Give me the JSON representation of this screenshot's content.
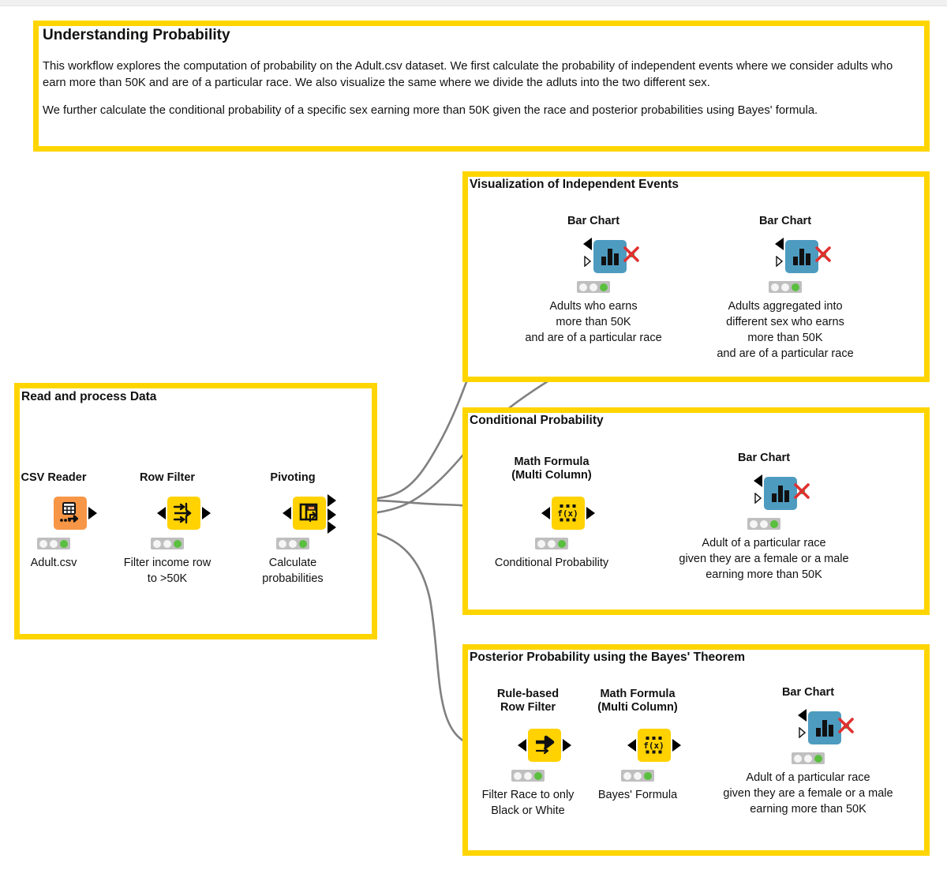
{
  "workflow": {
    "title": "Understanding Probability",
    "description_paragraphs": [
      "This workflow explores the computation of probability on the Adult.csv dataset. We first calculate the probability of independent events where we consider adults who earn more than 50K and are of a particular race. We also visualize the same where we divide the adluts into the two different sex.",
      "We further calculate the conditional probability of a specific sex earning more than 50K given the race and posterior probabilities using Bayes' formula."
    ]
  },
  "colors": {
    "annotation_border": "#FFD500",
    "node_yellow": "#FFD200",
    "node_orange": "#F79646",
    "node_blue": "#4E9BC0",
    "wire": "#808080",
    "status_green": "#5ABF3F",
    "status_bar": "#BFBFBF",
    "red_x": "#E03030"
  },
  "sections": {
    "read": {
      "title": "Read and process Data"
    },
    "viz": {
      "title": "Visualization of Independent Events"
    },
    "conditional": {
      "title": "Conditional Probability"
    },
    "posterior": {
      "title": "Posterior Probability using the Bayes' Theorem"
    }
  },
  "nodes": {
    "csv_reader": {
      "title": "CSV Reader",
      "caption": "Adult.csv",
      "icon": "csv-reader-icon",
      "status": "green"
    },
    "row_filter": {
      "title": "Row Filter",
      "caption": "Filter income row\nto >50K",
      "caption_lines": [
        "Filter income row",
        "to >50K"
      ],
      "icon": "row-filter-icon",
      "status": "green"
    },
    "pivoting": {
      "title": "Pivoting",
      "caption_lines": [
        "Calculate",
        "probabilities"
      ],
      "icon": "pivoting-icon",
      "status": "green"
    },
    "bar_chart_1": {
      "title": "Bar Chart",
      "caption_lines": [
        "Adults who earns",
        "more than 50K",
        "and are of a particular race"
      ],
      "icon": "bar-chart-icon",
      "status": "green"
    },
    "bar_chart_2": {
      "title": "Bar Chart",
      "caption_lines": [
        "Adults aggregated into",
        "different sex who earns",
        "more than 50K",
        "and are of a particular race"
      ],
      "icon": "bar-chart-icon",
      "status": "green"
    },
    "math_formula_cond": {
      "title_lines": [
        "Math Formula",
        "(Multi Column)"
      ],
      "caption_lines": [
        "Conditional Probability"
      ],
      "icon": "math-formula-icon",
      "status": "green"
    },
    "bar_chart_3": {
      "title": "Bar Chart",
      "caption_lines": [
        "Adult of a particular race",
        "given they are a female or a male",
        "earning more than 50K"
      ],
      "icon": "bar-chart-icon",
      "status": "green"
    },
    "rule_row_filter": {
      "title_lines": [
        "Rule-based",
        "Row Filter"
      ],
      "caption_lines": [
        "Filter Race to only",
        "Black or White"
      ],
      "icon": "rule-based-row-filter-icon",
      "status": "green"
    },
    "math_formula_bayes": {
      "title_lines": [
        "Math Formula",
        "(Multi Column)"
      ],
      "caption_lines": [
        "Bayes' Formula"
      ],
      "icon": "math-formula-icon",
      "status": "green"
    },
    "bar_chart_4": {
      "title": "Bar Chart",
      "caption_lines": [
        "Adult of a particular race",
        "given they are a female or a male",
        "earning more than 50K"
      ],
      "icon": "bar-chart-icon",
      "status": "green"
    }
  }
}
